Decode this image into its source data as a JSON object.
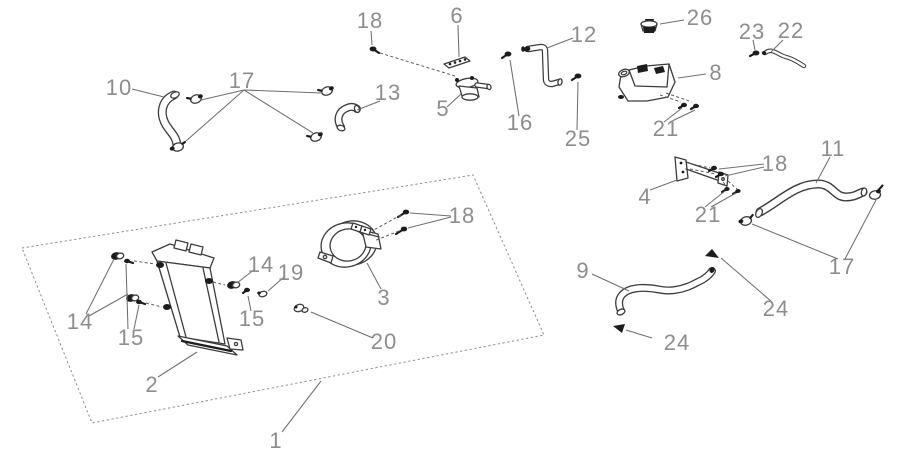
{
  "diagram": {
    "type": "exploded-parts-diagram",
    "subject": "radiator-cooling-system",
    "background_color": "#ffffff",
    "outline_color": "#3c3c3c",
    "dark_fill_color": "#1c1c1c",
    "leader_color": "#6f6f6f",
    "label_color": "#8d8d8d",
    "boundary_style": "dashed-parallelogram",
    "callouts": [
      {
        "ref": "18",
        "target": "thermostat-flange-bolt"
      },
      {
        "ref": "6",
        "target": "outlet-plate"
      },
      {
        "ref": "12",
        "target": "water-pipe"
      },
      {
        "ref": "26",
        "target": "tank-cap"
      },
      {
        "ref": "23",
        "target": "breather-bolt"
      },
      {
        "ref": "22",
        "target": "breather-hose"
      },
      {
        "ref": "10",
        "target": "radiator-hose-left"
      },
      {
        "ref": "17",
        "target": "hose-clamps-left"
      },
      {
        "ref": "13",
        "target": "elbow-hose"
      },
      {
        "ref": "5",
        "target": "thermostat-cover"
      },
      {
        "ref": "16",
        "target": "flange-bolt"
      },
      {
        "ref": "25",
        "target": "flange-bolt"
      },
      {
        "ref": "8",
        "target": "expansion-tank"
      },
      {
        "ref": "21",
        "target": "tank-screws"
      },
      {
        "ref": "4",
        "target": "tank-bracket"
      },
      {
        "ref": "18",
        "target": "bracket-screws"
      },
      {
        "ref": "21",
        "target": "bracket-screws-lower"
      },
      {
        "ref": "11",
        "target": "radiator-hose-upper"
      },
      {
        "ref": "17",
        "target": "hose-clamps-right"
      },
      {
        "ref": "9",
        "target": "overflow-hose"
      },
      {
        "ref": "24",
        "target": "hose-marker-upper"
      },
      {
        "ref": "24",
        "target": "hose-marker-lower"
      },
      {
        "ref": "14",
        "target": "rubber-mounts-left"
      },
      {
        "ref": "15",
        "target": "mount-bolts-left"
      },
      {
        "ref": "14",
        "target": "rubber-mount-right"
      },
      {
        "ref": "19",
        "target": "speed-nut"
      },
      {
        "ref": "15",
        "target": "mount-bolt-right"
      },
      {
        "ref": "2",
        "target": "radiator"
      },
      {
        "ref": "3",
        "target": "fan-assembly"
      },
      {
        "ref": "18",
        "target": "fan-screws"
      },
      {
        "ref": "20",
        "target": "push-clip"
      },
      {
        "ref": "1",
        "target": "radiator-assembly-group"
      }
    ]
  }
}
